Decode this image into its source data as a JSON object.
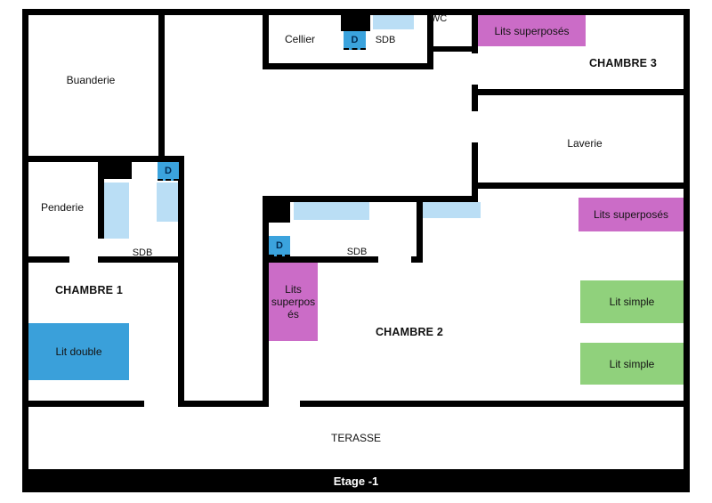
{
  "banner": {
    "label": "Etage -1"
  },
  "colors": {
    "wall": "#000000",
    "bunk_bed": "#cb6cc7",
    "single_bed": "#90d17c",
    "double_bed": "#3aa0da",
    "fixture": "#badef5",
    "door": "#3ba3dd"
  },
  "rooms": {
    "buanderie": "Buanderie",
    "cellier": "Cellier",
    "sdb": "SDB",
    "wc": "WC",
    "chambre3": "CHAMBRE 3",
    "laverie": "Laverie",
    "penderie": "Penderie",
    "chambre1": "CHAMBRE 1",
    "chambre2": "CHAMBRE 2",
    "terasse": "TERASSE"
  },
  "furniture": {
    "double_bed": "Lit double",
    "bunk_bed": "Lits superposés",
    "single_bed": "Lit simple",
    "door_marker": "D"
  }
}
